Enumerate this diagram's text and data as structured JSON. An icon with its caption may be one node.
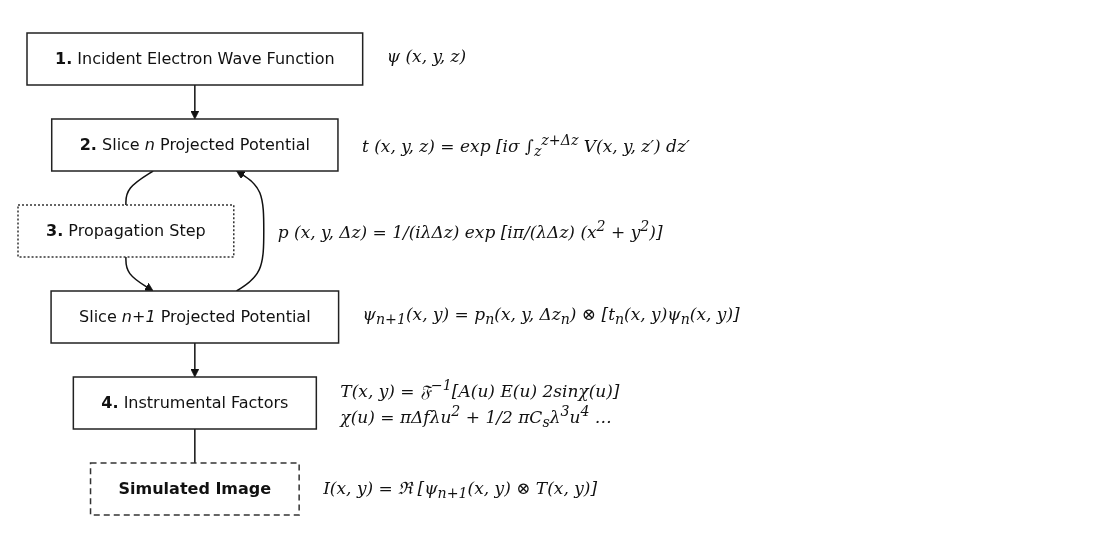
{
  "diagram": {
    "nodes": [
      {
        "text": [
          "**1.** Incident Electron Wave Function"
        ],
        "beside": [
          "ψ (x, y, z)"
        ]
      },
      {
        "text": [
          "**2.** Slice *n* Projected Potential"
        ],
        "beside": [
          "t (x, y, z) = exp [iσ ∫$_{z}$$^{z+Δz}$ V(x, y, z′) dz′"
        ]
      },
      {
        "text": [
          "**3.** Propagation Step"
        ],
        "beside": [
          "p (x, y, Δz) = 1/(iλΔz) exp [iπ/(λΔz) (x$^{2}$ + y$^{2}$)]"
        ]
      },
      {
        "text": [
          "Slice *n+1* Projected Potential"
        ],
        "beside": [
          "ψ$_{n+1}$(x, y) = p$_{n}$(x, y, Δz$_{n}$) ⊗ [t$_{n}$(x, y)ψ$_{n}$(x, y)]"
        ]
      },
      {
        "text": [
          "**4.** Instrumental Factors"
        ],
        "beside": [
          "T(x, y) = 𝔉$^{−1}$[A(u) E(u) 2sinχ(u)]",
          "χ(u) = πΔfλu$^{2}$ + 1/2 πC$_{s}$λ$^{3}$u$^{4}$ …"
        ]
      },
      {
        "text": [
          "Simulated Image"
        ],
        "beside": [
          "I(x, y) = ℜ [ψ$_{n+1}$(x, y) ⊗ T(x, y)]"
        ]
      }
    ],
    "edges": [
      {
        "from": 0,
        "to": 1,
        "arrow": "to"
      },
      {
        "from": 1,
        "to": 2,
        "arrow": "none"
      },
      {
        "from": 2,
        "to": 3,
        "arrow": "to"
      },
      {
        "from": 3,
        "to": 1,
        "arrow": "to"
      },
      {
        "from": 3,
        "to": 4,
        "arrow": "to"
      },
      {
        "from": 4,
        "to": 5,
        "arrow": "none"
      }
    ]
  }
}
